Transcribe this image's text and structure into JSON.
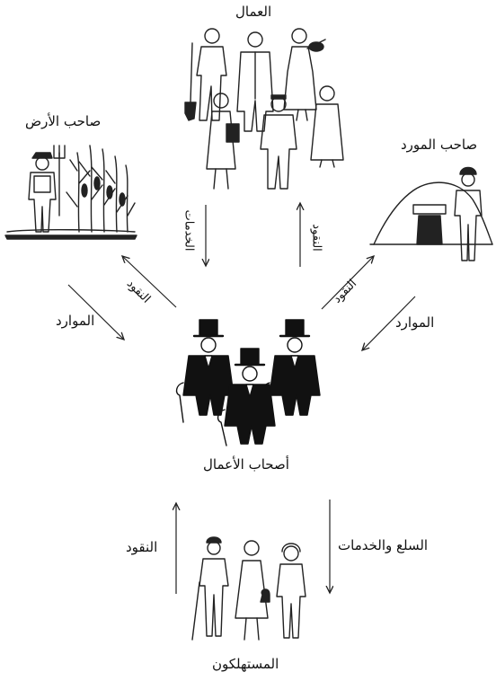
{
  "nodes": {
    "workers": "العمال",
    "landowner": "صاحب الأرض",
    "supplier": "صاحب المورد",
    "business_owners": "أصحاب الأعمال",
    "consumers": "المستهلكون"
  },
  "flows": {
    "services_down": "الخدمات",
    "money_up_workers": "النقود",
    "money_to_landowner": "النقود",
    "resources_from_landowner": "الموارد",
    "money_to_supplier": "النقود",
    "resources_from_supplier": "الموارد",
    "money_from_consumers": "النقود",
    "goods_services_to_consumers": "السلع والخدمات"
  },
  "icons": {
    "workers": "group-of-workers-icon",
    "landowner": "farmer-with-pitchfork-icon",
    "supplier": "miner-at-mine-icon",
    "business_owners": "businessmen-top-hats-icon",
    "consumers": "group-of-consumers-icon"
  }
}
